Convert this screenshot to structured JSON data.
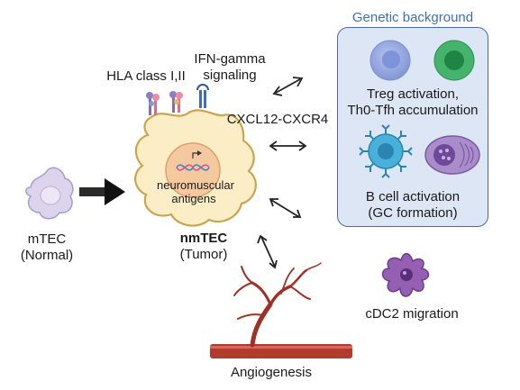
{
  "panel": {
    "title": "Genetic background",
    "treg_line1": "Treg activation,",
    "treg_line2": "Th0-Tfh accumulation",
    "bcell_line1": "B cell activation",
    "bcell_line2": "(GC formation)"
  },
  "mtec": {
    "line1": "mTEC",
    "line2": "(Normal)"
  },
  "nmtec": {
    "name": "nmTEC",
    "sub": "(Tumor)",
    "nucleus_line1": "neuromuscular",
    "nucleus_line2": "antigens"
  },
  "surface": {
    "hla": "HLA class I,II",
    "ifn_line1": "IFN-gamma",
    "ifn_line2": "signaling",
    "cxcl": "CXCL12-CXCR4"
  },
  "cdc2": {
    "label": "cDC2 migration"
  },
  "angio": {
    "label": "Angiogenesis"
  },
  "colors": {
    "panel_bg": "#dde6f4",
    "panel_border": "#4c6a9c",
    "title": "#3f6fb0",
    "tumor_cell": "#fbeec6",
    "tumor_border": "#c9a64e",
    "nucleus": "#f5c9a0",
    "treg": "#8da3dd",
    "tfh": "#3ea864",
    "bcell": "#4ab2d8",
    "plasma": "#a488c7",
    "dc": "#8a4fa6",
    "vessel": "#b23a2e",
    "mtec": "#d9d2ea"
  }
}
